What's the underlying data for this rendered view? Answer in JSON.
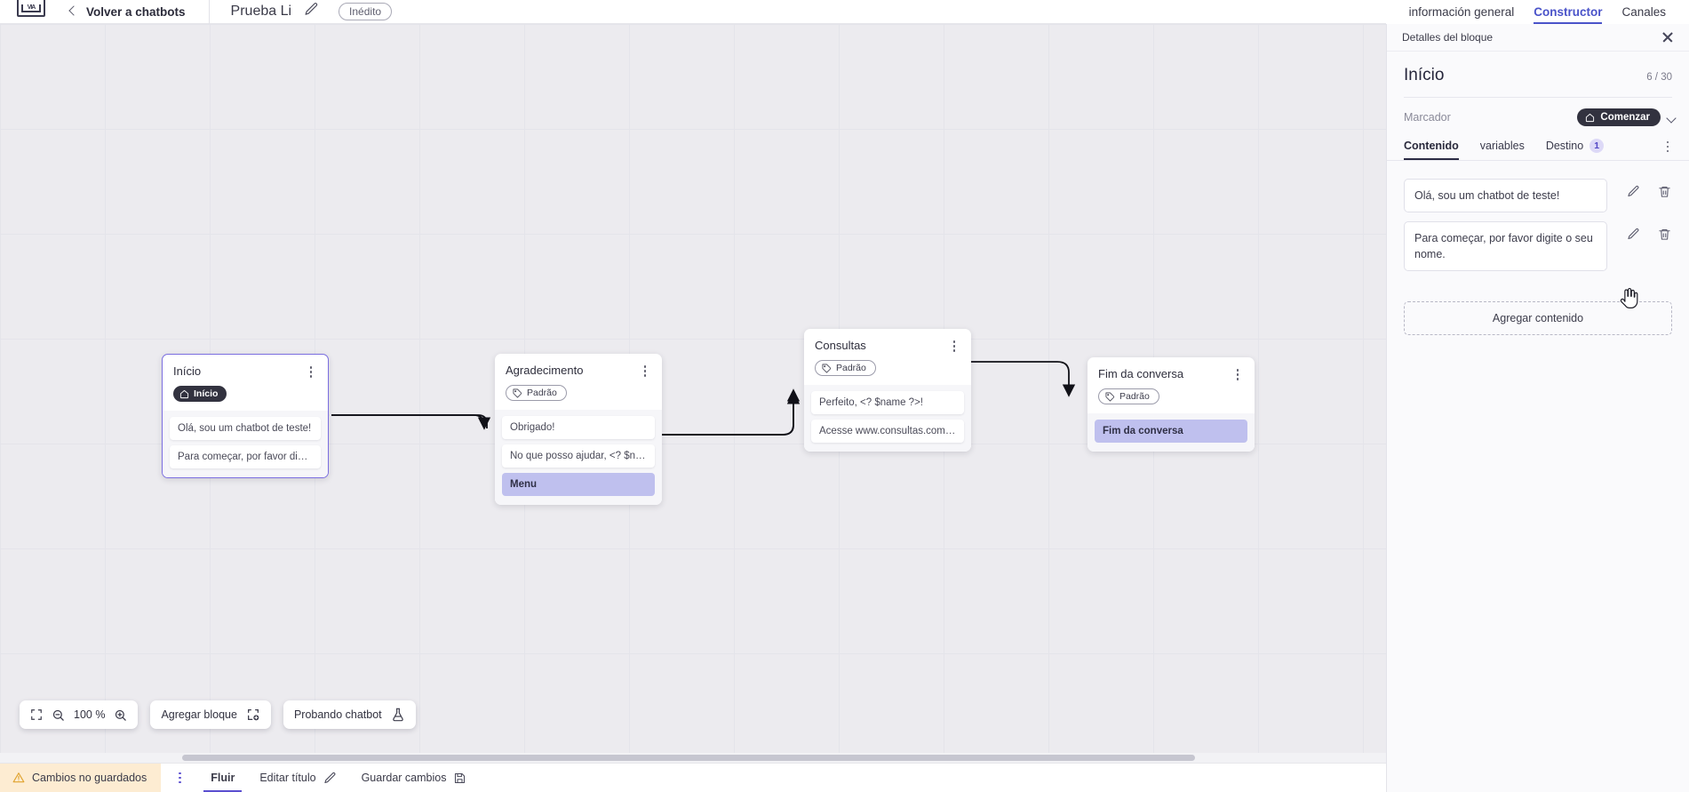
{
  "topbar": {
    "logo_text": "VIA",
    "back_label": "Volver a chatbots",
    "project_name": "Prueba Li",
    "status_badge": "Inédito"
  },
  "right_tabs": [
    {
      "label": "información general",
      "active": false
    },
    {
      "label": "Constructor",
      "active": true
    },
    {
      "label": "Canales",
      "active": false
    }
  ],
  "canvas": {
    "nodes": [
      {
        "title": "Início",
        "badge": "Início",
        "badge_type": "dark",
        "badge_icon": "home-icon",
        "selected": true,
        "messages": [
          {
            "text": "Olá, sou um chatbot de teste!",
            "accent": false
          },
          {
            "text": "Para começar, por favor digite o ...",
            "accent": false
          }
        ]
      },
      {
        "title": "Agradecimento",
        "badge": "Padrão",
        "badge_type": "light",
        "badge_icon": "tag-icon",
        "selected": false,
        "messages": [
          {
            "text": "Obrigado!",
            "accent": false
          },
          {
            "text": "No que posso ajudar, <? $name ...",
            "accent": false
          },
          {
            "text": "Menu",
            "accent": true
          }
        ]
      },
      {
        "title": "Consultas",
        "badge": "Padrão",
        "badge_type": "light",
        "badge_icon": "tag-icon",
        "selected": false,
        "messages": [
          {
            "text": "Perfeito, <? $name ?>!",
            "accent": false
          },
          {
            "text": "Acesse www.consultas.com par...",
            "accent": false
          }
        ]
      },
      {
        "title": "Fim da conversa",
        "badge": "Padrão",
        "badge_type": "light",
        "badge_icon": "tag-icon",
        "selected": false,
        "messages": [
          {
            "text": "Fim da conversa",
            "accent": true
          }
        ]
      }
    ]
  },
  "floatbar": {
    "fit_icon": "fit-screen-icon",
    "zoom_out_icon": "zoom-out-icon",
    "zoom_level": "100 %",
    "zoom_in_icon": "zoom-in-icon",
    "add_block_label": "Agregar bloque",
    "add_block_icon": "add-block-icon",
    "test_label": "Probando chatbot",
    "test_icon": "flask-icon"
  },
  "statusbar": {
    "unsaved_label": "Cambios no guardados",
    "warning_icon": "warning-icon",
    "more_icon": "more-vertical-icon",
    "flow_label": "Fluir",
    "edit_title_label": "Editar título",
    "edit_title_icon": "pencil-icon",
    "save_label": "Guardar cambios",
    "save_icon": "save-icon"
  },
  "panel": {
    "header_label": "Detalles del bloque",
    "close_icon": "close-icon",
    "title": "Início",
    "count": "6 / 30",
    "marcador_label": "Marcador",
    "marcador_chip": "Comenzar",
    "marcador_chip_icon": "home-icon",
    "marcador_chevron": "chevron-down-icon",
    "tabs": [
      {
        "label": "Contenido",
        "active": true,
        "count": null
      },
      {
        "label": "variables",
        "active": false,
        "count": null
      },
      {
        "label": "Destino",
        "active": false,
        "count": "1"
      }
    ],
    "tab_more_icon": "more-vertical-icon",
    "contents": [
      {
        "text": "Olá, sou um chatbot de teste!",
        "edit_icon": "pencil-icon",
        "delete_icon": "trash-icon"
      },
      {
        "text": "Para começar, por favor digite o seu nome.",
        "edit_icon": "pencil-icon",
        "delete_icon": "trash-icon"
      }
    ],
    "add_content_label": "Agregar contenido"
  },
  "colors": {
    "accent_purple": "#5b4fd0",
    "tab_blue": "#4a53c9",
    "node_accent": "#bfc0ee",
    "dark_chip": "#32323f",
    "unsaved_bg": "#fdecd2"
  }
}
